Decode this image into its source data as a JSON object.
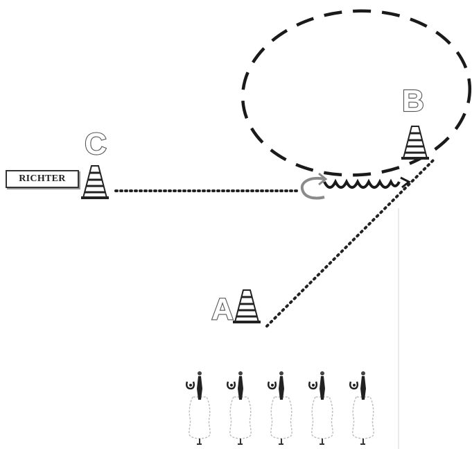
{
  "labels": {
    "cone_a": "A",
    "cone_b": "B",
    "cone_c": "C",
    "richter": "RICHTER"
  },
  "players_count": 5
}
